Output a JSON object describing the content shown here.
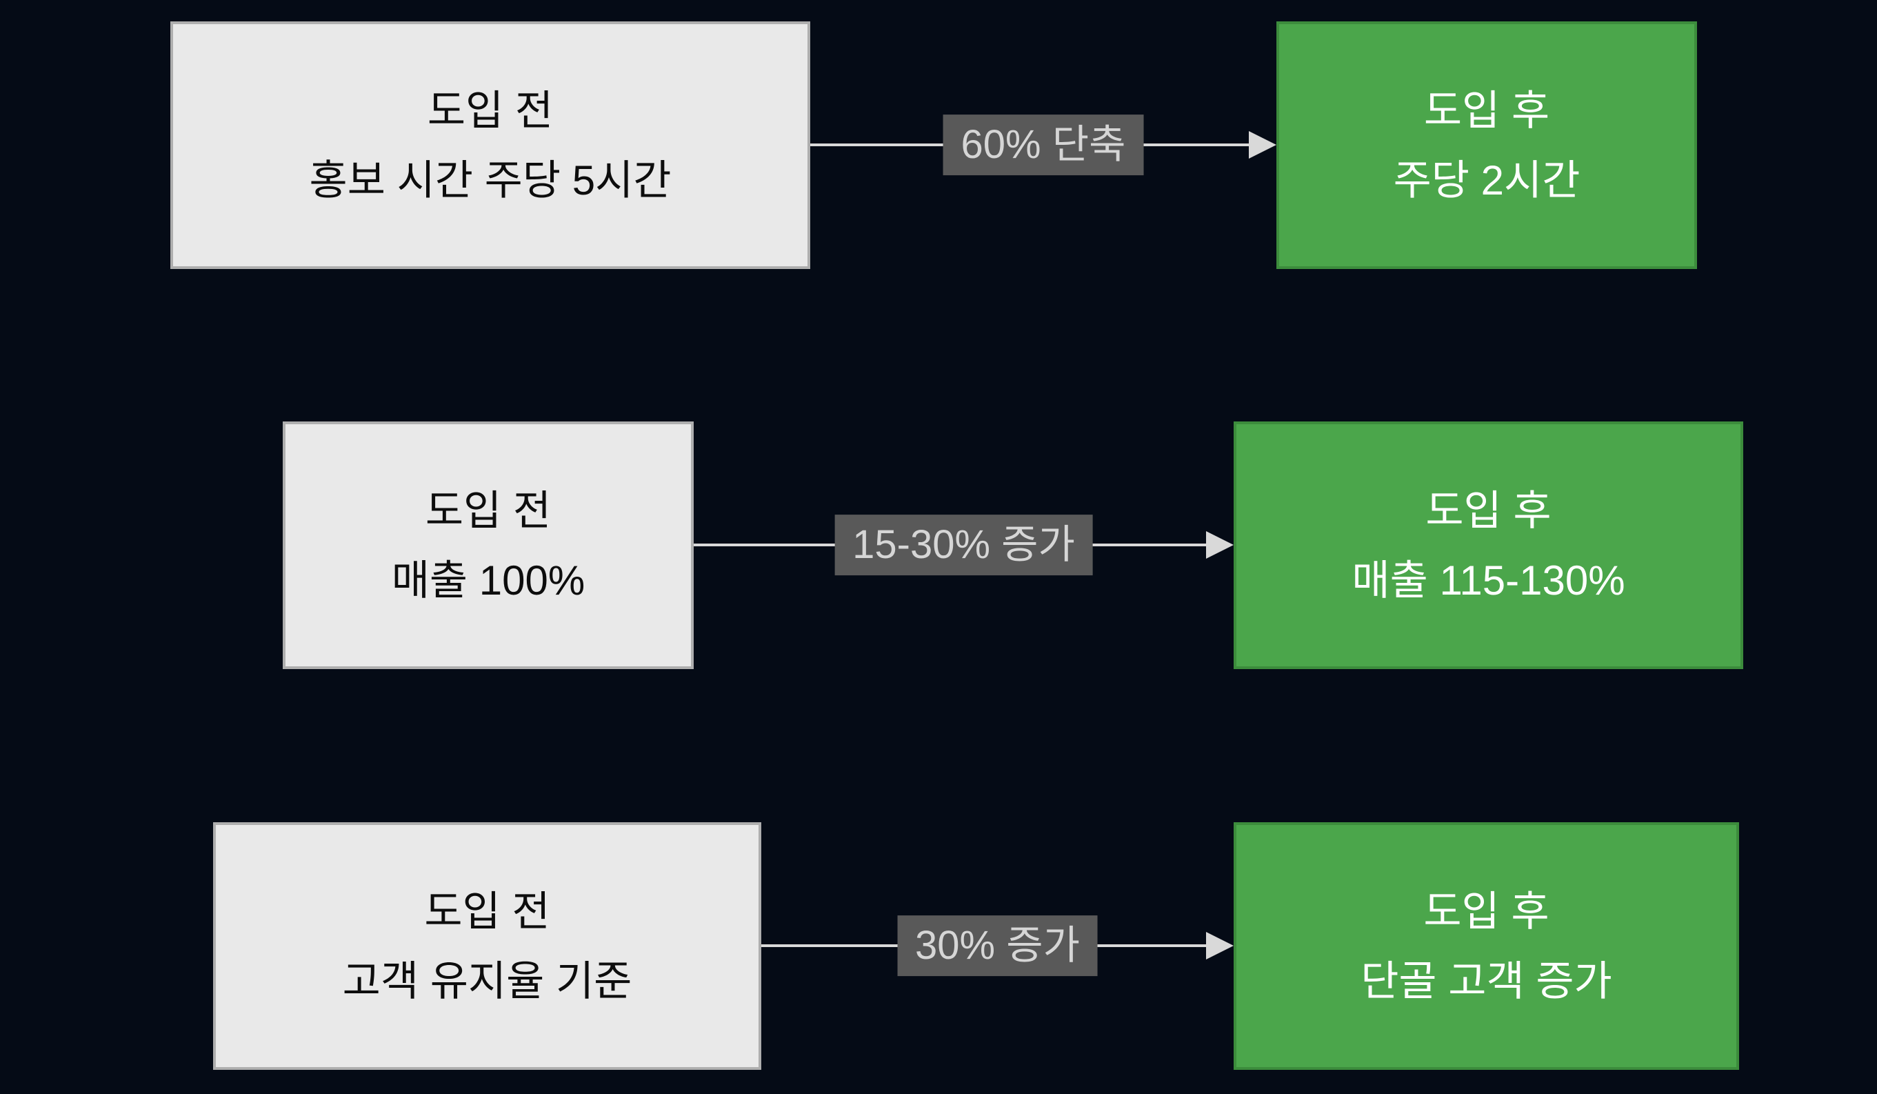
{
  "colors": {
    "background": "#050b16",
    "before_box_bg": "#e9e9e9",
    "before_box_border": "#aeaeae",
    "after_box_bg": "#4ba64b",
    "after_box_border": "#3c8c3c",
    "label_bg": "#595959",
    "label_text": "#d6d6d6",
    "arrow": "#d9d9d9",
    "before_text": "#0d0d0d",
    "after_text": "#ffffff"
  },
  "rows": [
    {
      "before": {
        "line1": "도입 전",
        "line2": "홍보 시간 주당 5시간"
      },
      "label": "60% 단축",
      "after": {
        "line1": "도입 후",
        "line2": "주당 2시간"
      }
    },
    {
      "before": {
        "line1": "도입 전",
        "line2": "매출 100%"
      },
      "label": "15-30% 증가",
      "after": {
        "line1": "도입 후",
        "line2": "매출 115-130%"
      }
    },
    {
      "before": {
        "line1": "도입 전",
        "line2": "고객 유지율 기준"
      },
      "label": "30% 증가",
      "after": {
        "line1": "도입 후",
        "line2": "단골 고객 증가"
      }
    }
  ]
}
